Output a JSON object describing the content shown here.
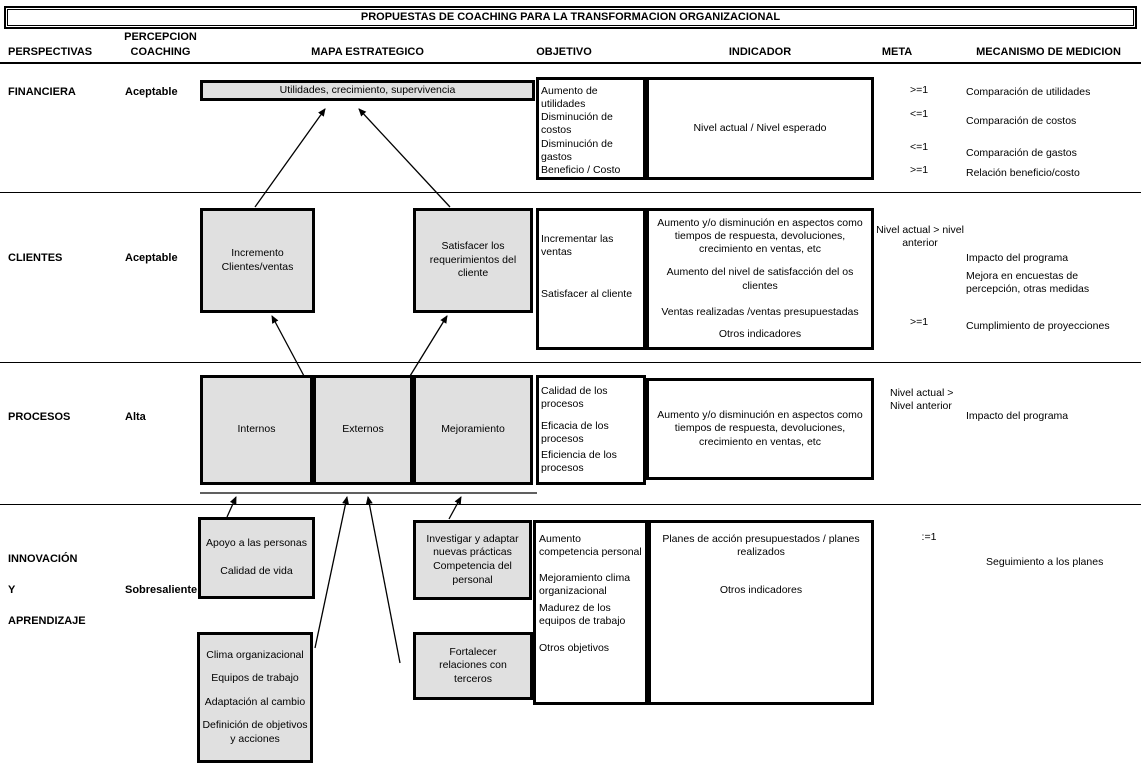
{
  "title": "PROPUESTAS DE COACHING PARA LA TRANSFORMACION ORGANIZACIONAL",
  "header": {
    "perspectivas": "PERSPECTIVAS",
    "percepcion": [
      "PERCEPCION",
      "COACHING"
    ],
    "mapa": "MAPA ESTRATEGICO",
    "objetivo": "OBJETIVO",
    "indicador": "INDICADOR",
    "meta": "META",
    "mecanismo": "MECANISMO DE MEDICION"
  },
  "financiera": {
    "label": "FINANCIERA",
    "percepcion": "Aceptable",
    "mapa_box": "Utilidades, crecimiento, supervivencia",
    "objetivos": [
      "Aumento de utilidades",
      "Disminución de costos",
      "Disminución de gastos",
      "Beneficio / Costo"
    ],
    "indicador": "Nivel actual / Nivel esperado",
    "metas": [
      ">=1",
      "<=1",
      "<=1",
      ">=1"
    ],
    "mecanismos": [
      "Comparación de utilidades",
      "Comparación de costos",
      "Comparación de gastos",
      "Relación beneficio/costo"
    ]
  },
  "clientes": {
    "label": "CLIENTES",
    "percepcion": "Aceptable",
    "box_incremento": "Incremento Clientes/ventas",
    "box_satisfacer": "Satisfacer los requerimientos del cliente",
    "objetivos": [
      "Incrementar las ventas",
      "Satisfacer al cliente"
    ],
    "indicadores": [
      "Aumento y/o disminución en aspectos como tiempos de respuesta, devoluciones, crecimiento en ventas, etc",
      "Aumento del nivel de satisfacción del os clientes",
      "Ventas realizadas /ventas presupuestadas",
      "Otros indicadores"
    ],
    "metas": [
      "Nivel actual > nivel anterior",
      ">=1"
    ],
    "mecanismos": [
      "Impacto del  programa",
      "Mejora en encuestas de percepción, otras medidas",
      "Cumplimiento de proyecciones"
    ]
  },
  "procesos": {
    "label": "PROCESOS",
    "percepcion": "Alta",
    "boxes": [
      "Internos",
      "Externos",
      "Mejoramiento"
    ],
    "objetivos": [
      "Calidad de los procesos",
      "Eficacia de los procesos",
      "Eficiencia de los procesos"
    ],
    "indicador": "Aumento y/o disminución en aspectos como tiempos de respuesta, devoluciones, crecimiento en ventas, etc",
    "meta": "Nivel actual > Nivel anterior",
    "mecanismo": "Impacto del  programa"
  },
  "innovacion": {
    "label": [
      "INNOVACIÓN",
      "Y",
      "APRENDIZAJE"
    ],
    "percepcion": "Sobresaliente",
    "box_apoyo": [
      "Apoyo a las personas",
      "Calidad de vida"
    ],
    "box_investigar": "Investigar y adaptar nuevas prácticas Competencia del personal",
    "box_clima": [
      "Clima organizacional",
      "Equipos de trabajo",
      "Adaptación al cambio",
      "Definición de objetivos y acciones"
    ],
    "box_fortalecer": "Fortalecer relaciones con terceros",
    "objetivos": [
      "Aumento competencia personal",
      "Mejoramiento clima organizacional",
      "Madurez de los equipos de trabajo",
      "Otros objetivos"
    ],
    "indicadores": [
      "Planes de acción presupuestados / planes realizados",
      "Otros indicadores"
    ],
    "meta": ":=1",
    "mecanismo": "Seguimiento a los planes"
  },
  "colors": {
    "box_fill": "#e0e0e0",
    "border": "#000000"
  }
}
